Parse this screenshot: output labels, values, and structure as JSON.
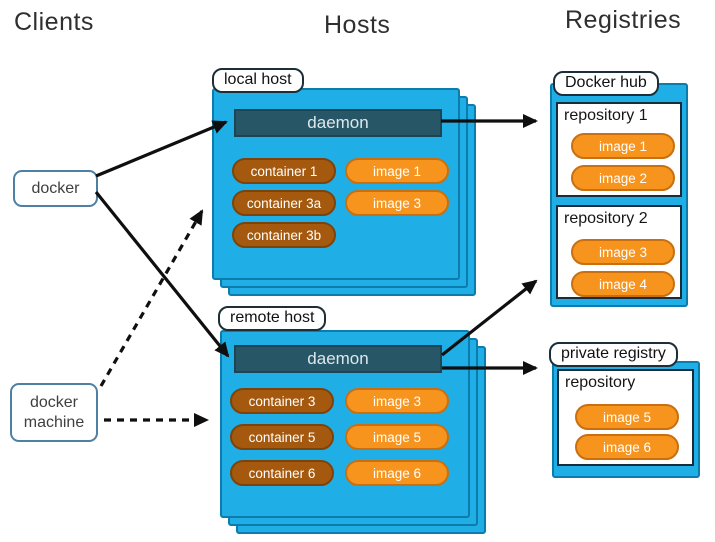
{
  "headers": {
    "clients": "Clients",
    "hosts": "Hosts",
    "registries": "Registries"
  },
  "clients": {
    "docker": {
      "label": "docker"
    },
    "docker_machine": {
      "label": "docker\nmachine"
    }
  },
  "hosts": {
    "local": {
      "label": "local host",
      "daemon_label": "daemon",
      "containers": [
        "container 1",
        "container 3a",
        "container 3b"
      ],
      "images": [
        "image 1",
        "image 3"
      ]
    },
    "remote": {
      "label": "remote host",
      "daemon_label": "daemon",
      "containers": [
        "container 3",
        "container 5",
        "container 6"
      ],
      "images": [
        "image 3",
        "image 5",
        "image 6"
      ]
    }
  },
  "registries": {
    "docker_hub": {
      "label": "Docker hub",
      "repositories": [
        {
          "name": "repository 1",
          "images": [
            "image 1",
            "image 2"
          ]
        },
        {
          "name": "repository 2",
          "images": [
            "image 3",
            "image 4"
          ]
        }
      ]
    },
    "private": {
      "label": "private registry",
      "repositories": [
        {
          "name": "repository",
          "images": [
            "image 5",
            "image 6"
          ]
        }
      ]
    }
  },
  "colors": {
    "host_fill": "#1faee6",
    "host_border": "#0c7cac",
    "daemon_fill": "#275666",
    "container_fill": "#a5590e",
    "container_border": "#7d430a",
    "image_fill": "#f7941e",
    "image_border": "#c96f10",
    "client_border": "#4d80a3",
    "label_border": "#1d2e38",
    "arrow": "#0f0f0f"
  }
}
